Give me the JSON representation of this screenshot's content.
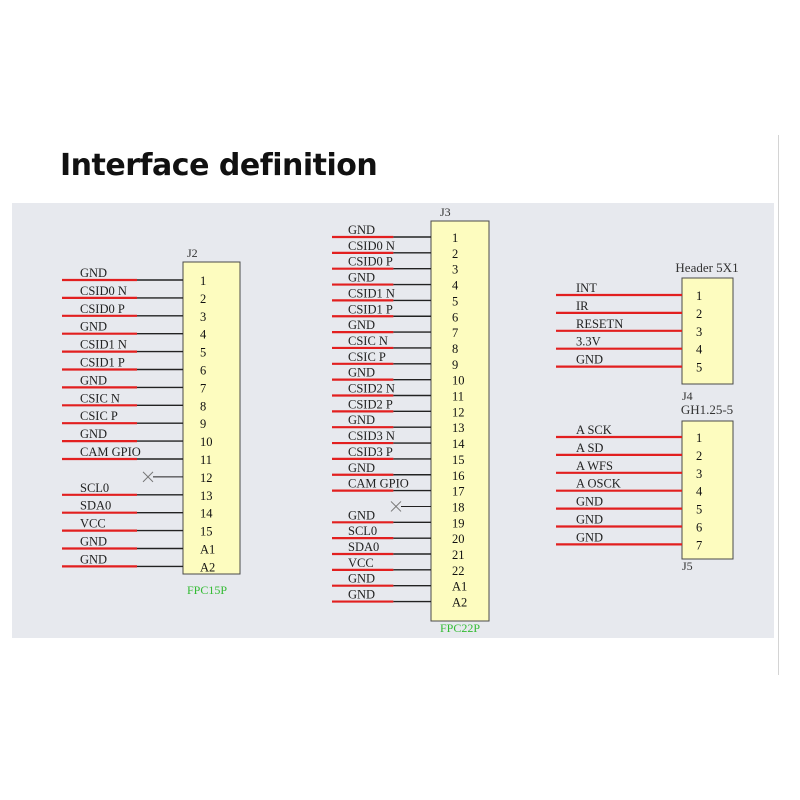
{
  "heading": "Interface definition",
  "colors": {
    "box_fill": "#fdfcbf",
    "box_stroke": "#4a4a4a",
    "wire_red": "#e21f1f",
    "wire_dark": "#222222",
    "footprint_green": "#33bb33"
  },
  "connectors": [
    {
      "ref": "J2",
      "footprint": "FPC15P",
      "pins": [
        {
          "num": "1",
          "signal": "GND"
        },
        {
          "num": "2",
          "signal": "CSID0_N"
        },
        {
          "num": "3",
          "signal": "CSID0_P"
        },
        {
          "num": "4",
          "signal": "GND"
        },
        {
          "num": "5",
          "signal": "CSID1_N"
        },
        {
          "num": "6",
          "signal": "CSID1_P"
        },
        {
          "num": "7",
          "signal": "GND"
        },
        {
          "num": "8",
          "signal": "CSIC_N"
        },
        {
          "num": "9",
          "signal": "CSIC_P"
        },
        {
          "num": "10",
          "signal": "GND"
        },
        {
          "num": "11",
          "signal": "CAM_GPIO"
        },
        {
          "num": "12",
          "signal": ""
        },
        {
          "num": "13",
          "signal": "SCL0"
        },
        {
          "num": "14",
          "signal": "SDA0"
        },
        {
          "num": "15",
          "signal": "VCC"
        },
        {
          "num": "A1",
          "signal": "GND"
        },
        {
          "num": "A2",
          "signal": "GND"
        }
      ]
    },
    {
      "ref": "J3",
      "footprint": "FPC22P",
      "pins": [
        {
          "num": "1",
          "signal": "GND"
        },
        {
          "num": "2",
          "signal": "CSID0_N"
        },
        {
          "num": "3",
          "signal": "CSID0_P"
        },
        {
          "num": "4",
          "signal": "GND"
        },
        {
          "num": "5",
          "signal": "CSID1_N"
        },
        {
          "num": "6",
          "signal": "CSID1_P"
        },
        {
          "num": "7",
          "signal": "GND"
        },
        {
          "num": "8",
          "signal": "CSIC_N"
        },
        {
          "num": "9",
          "signal": "CSIC_P"
        },
        {
          "num": "10",
          "signal": "GND"
        },
        {
          "num": "11",
          "signal": "CSID2_N"
        },
        {
          "num": "12",
          "signal": "CSID2_P"
        },
        {
          "num": "13",
          "signal": "GND"
        },
        {
          "num": "14",
          "signal": "CSID3_N"
        },
        {
          "num": "15",
          "signal": "CSID3_P"
        },
        {
          "num": "16",
          "signal": "GND"
        },
        {
          "num": "17",
          "signal": "CAM_GPIO"
        },
        {
          "num": "18",
          "signal": ""
        },
        {
          "num": "19",
          "signal": "GND"
        },
        {
          "num": "20",
          "signal": "SCL0"
        },
        {
          "num": "21",
          "signal": "SDA0"
        },
        {
          "num": "22",
          "signal": "VCC"
        },
        {
          "num": "A1",
          "signal": "GND"
        },
        {
          "num": "A2",
          "signal": "GND"
        }
      ]
    },
    {
      "ref": "J4",
      "footprint": "Header 5X1",
      "pins": [
        {
          "num": "1",
          "signal": "INT"
        },
        {
          "num": "2",
          "signal": "IR"
        },
        {
          "num": "3",
          "signal": "RESETN"
        },
        {
          "num": "4",
          "signal": "3.3V"
        },
        {
          "num": "5",
          "signal": "GND"
        }
      ]
    },
    {
      "ref": "J5",
      "footprint": "GH1.25-5",
      "pins": [
        {
          "num": "1",
          "signal": "A_SCK"
        },
        {
          "num": "2",
          "signal": "A_SD"
        },
        {
          "num": "3",
          "signal": "A_WFS"
        },
        {
          "num": "4",
          "signal": "A_OSCK"
        },
        {
          "num": "5",
          "signal": "GND"
        },
        {
          "num": "6",
          "signal": "GND"
        },
        {
          "num": "7",
          "signal": "GND"
        }
      ]
    }
  ]
}
